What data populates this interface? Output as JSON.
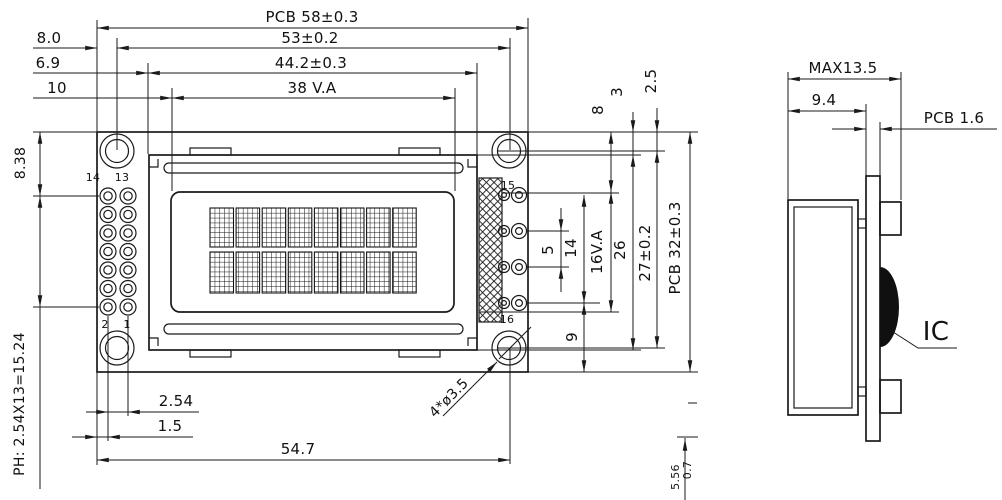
{
  "front_view": {
    "top_dimensions": {
      "pcb_width": "PCB 58±0.3",
      "hole_span": "53±0.2",
      "bezel_width": "44.2±0.3",
      "viewing_area_width": "38 V.A",
      "edge_offset_a": "8.0",
      "edge_to_bezel": "6.9",
      "edge_to_va": "10"
    },
    "left_dimensions": {
      "pcb_top_to_pin": "8.38",
      "pin_header_note": "PH: 2.54X13=15.24"
    },
    "bottom_dimensions": {
      "pin_pitch": "2.54",
      "pin_offset": "1.5",
      "edge_to_hole": "54.7",
      "hole_callout": "4*ø3.5",
      "cut_dim_a": "5.56",
      "cut_dim_b": "0.7"
    },
    "right_dimensions": {
      "pcb_top_to_va": "8",
      "pcb_top_to_bezel": "3",
      "pcb_top_to_hole": "2.5",
      "right_pin_pitch": "5",
      "right_pins_span": "14",
      "viewing_area_height": "16V.A",
      "bezel_height": "26",
      "hole_span_vertical": "27±0.2",
      "pcb_height": "PCB 32±0.3",
      "pin_to_pcb_bottom": "9"
    },
    "pin_labels": {
      "top_left_a": "14",
      "top_left_b": "13",
      "bottom_left_a": "2",
      "bottom_left_b": "1",
      "right_top": "15",
      "right_bottom": "16"
    }
  },
  "side_view": {
    "max_thickness": "MAX13.5",
    "module_thickness": "9.4",
    "pcb_thickness": "PCB 1.6",
    "ic_label": "IC"
  },
  "style": {
    "line_color": "#1a1a1a",
    "background": "#ffffff"
  }
}
